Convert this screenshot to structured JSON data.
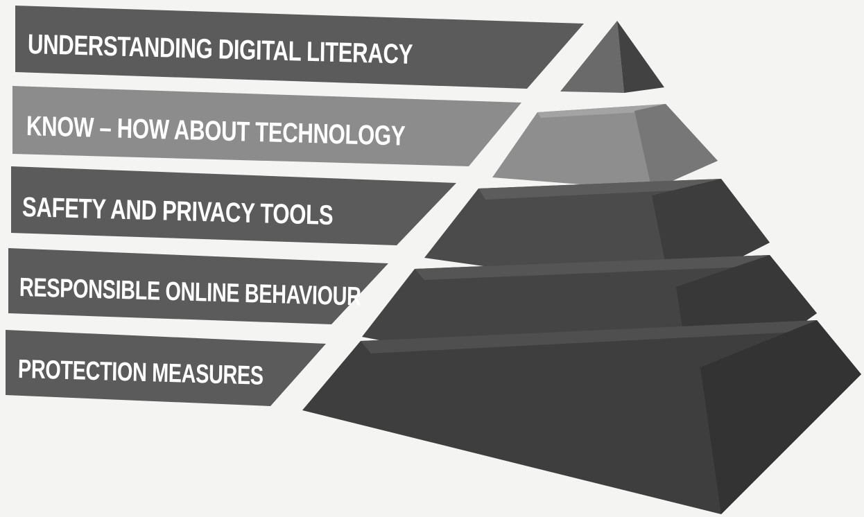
{
  "diagram": {
    "levels": [
      {
        "label": "UNDERSTANDING DIGITAL LITERACY"
      },
      {
        "label": "KNOW – HOW ABOUT TECHNOLOGY"
      },
      {
        "label": "SAFETY AND PRIVACY TOOLS"
      },
      {
        "label": "RESPONSIBLE ONLINE BEHAVIOUR"
      },
      {
        "label": "PROTECTION MEASURES"
      }
    ],
    "colors": {
      "background": "#f4f4f2",
      "band_dark": "#5b5b5b",
      "band_light": "#8c8c8c",
      "pyramid_top": "#555555",
      "pyramid_light": "#8a8a8a",
      "pyramid_mid": "#4a4a4a",
      "pyramid_dark": "#3a3a3a",
      "label_text": "#ffffff"
    }
  }
}
